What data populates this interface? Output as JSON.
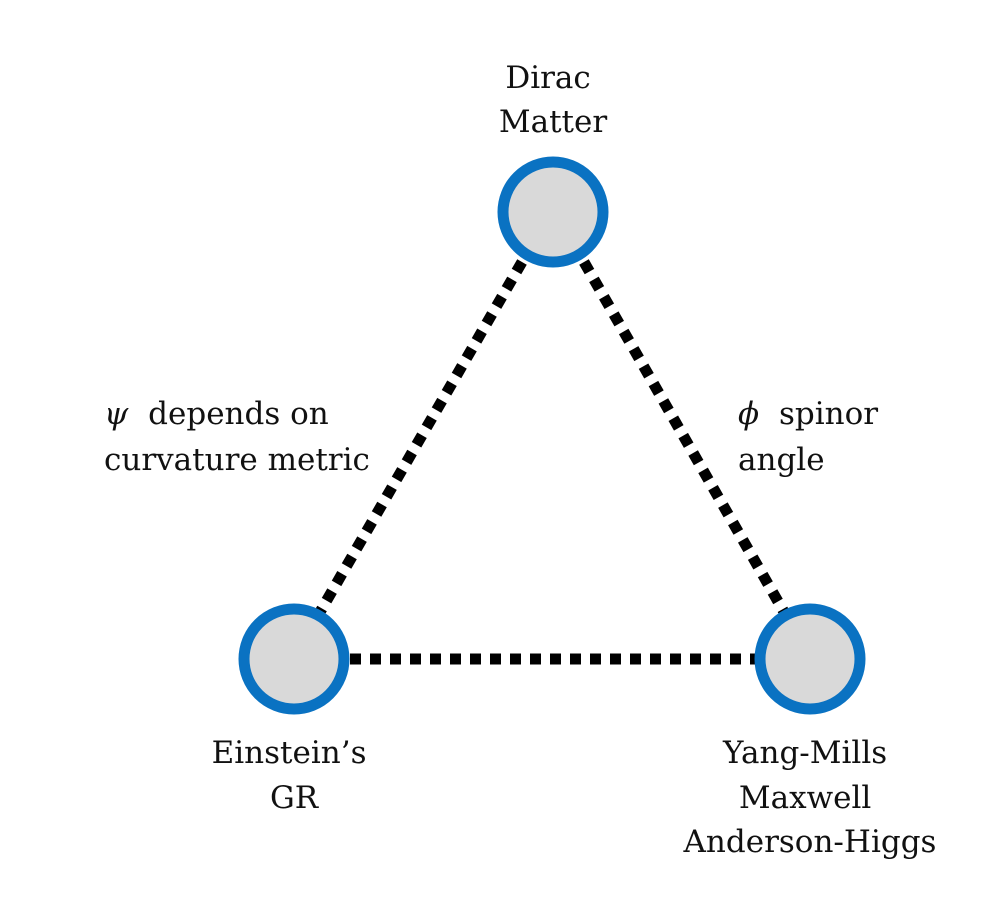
{
  "colors": {
    "node_fill": "#d9d9d9",
    "node_stroke": "#0a72c2",
    "edge": "#000000",
    "text": "#111111"
  },
  "nodes": {
    "dirac": {
      "lines": [
        "Dirac",
        "Matter"
      ]
    },
    "einstein": {
      "lines": [
        "Einstein’s",
        "GR"
      ]
    },
    "yang_mills": {
      "lines": [
        "Yang-Mills",
        "Maxwell",
        "Anderson-Higgs"
      ]
    }
  },
  "edges": {
    "left": {
      "symbol": "ψ",
      "lines": [
        "depends on",
        "curvature metric"
      ]
    },
    "right": {
      "symbol": "ϕ",
      "lines": [
        "spinor",
        "angle"
      ]
    }
  }
}
